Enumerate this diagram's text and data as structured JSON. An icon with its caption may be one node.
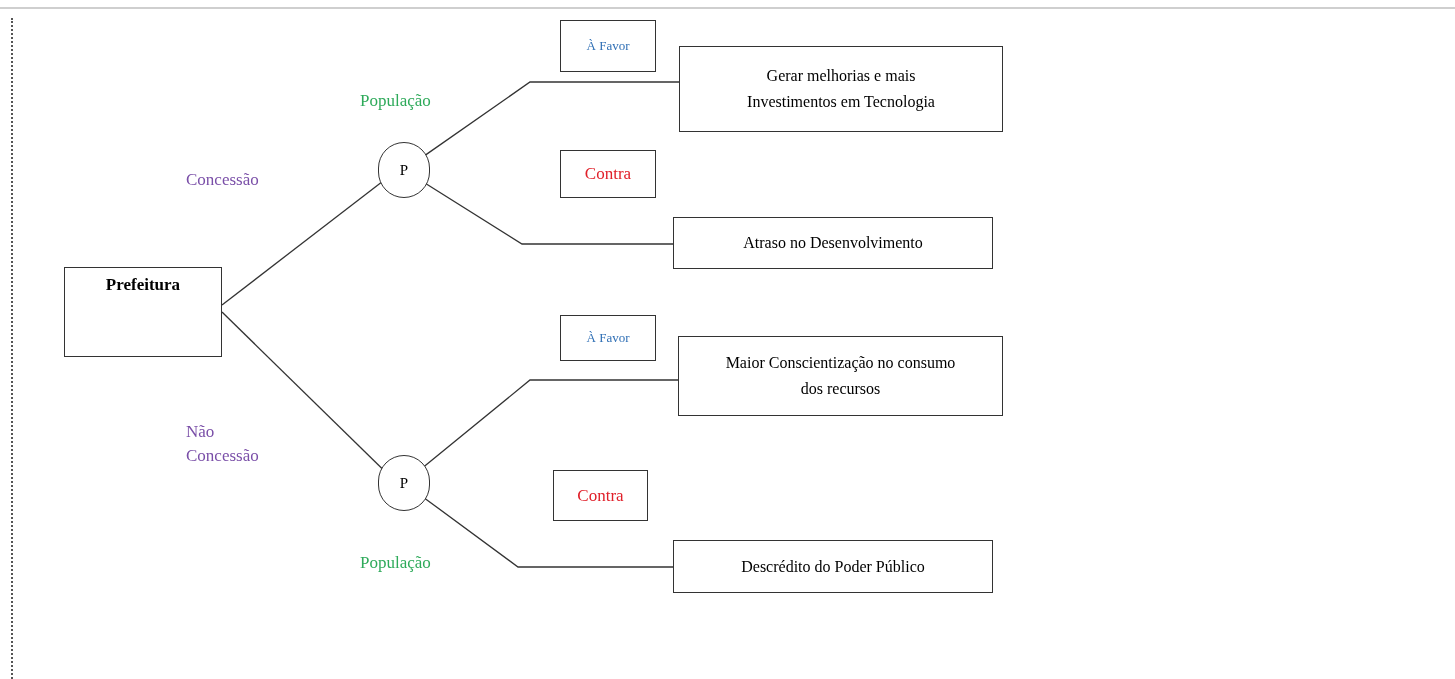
{
  "diagram": {
    "nodes": [
      {
        "text": [
          "Prefeitura"
        ]
      },
      {
        "text": [
          "P"
        ],
        "beside": [
          "População"
        ]
      },
      {
        "text": [
          "P"
        ],
        "beside": [
          "População"
        ]
      },
      {
        "text": [
          "À Favor"
        ]
      },
      {
        "text": [
          "Gerar melhorias e mais Investimentos em Tecnologia"
        ]
      },
      {
        "text": [
          "Contra"
        ]
      },
      {
        "text": [
          "Atraso no Desenvolvimento"
        ]
      },
      {
        "text": [
          "À Favor"
        ]
      },
      {
        "text": [
          "Maior Conscientização no consumo dos recursos"
        ]
      },
      {
        "text": [
          "Contra"
        ]
      },
      {
        "text": [
          "Descrédito do Poder Público"
        ]
      }
    ],
    "edges": [
      {
        "from": 0,
        "to": 1,
        "arrow": "none",
        "label": "Concessão"
      },
      {
        "from": 0,
        "to": 2,
        "arrow": "none",
        "label": "Não Concessão"
      },
      {
        "from": 1,
        "to": 4,
        "arrow": "none"
      },
      {
        "from": 1,
        "to": 6,
        "arrow": "none"
      },
      {
        "from": 2,
        "to": 8,
        "arrow": "none"
      },
      {
        "from": 2,
        "to": 10,
        "arrow": "none"
      }
    ]
  }
}
